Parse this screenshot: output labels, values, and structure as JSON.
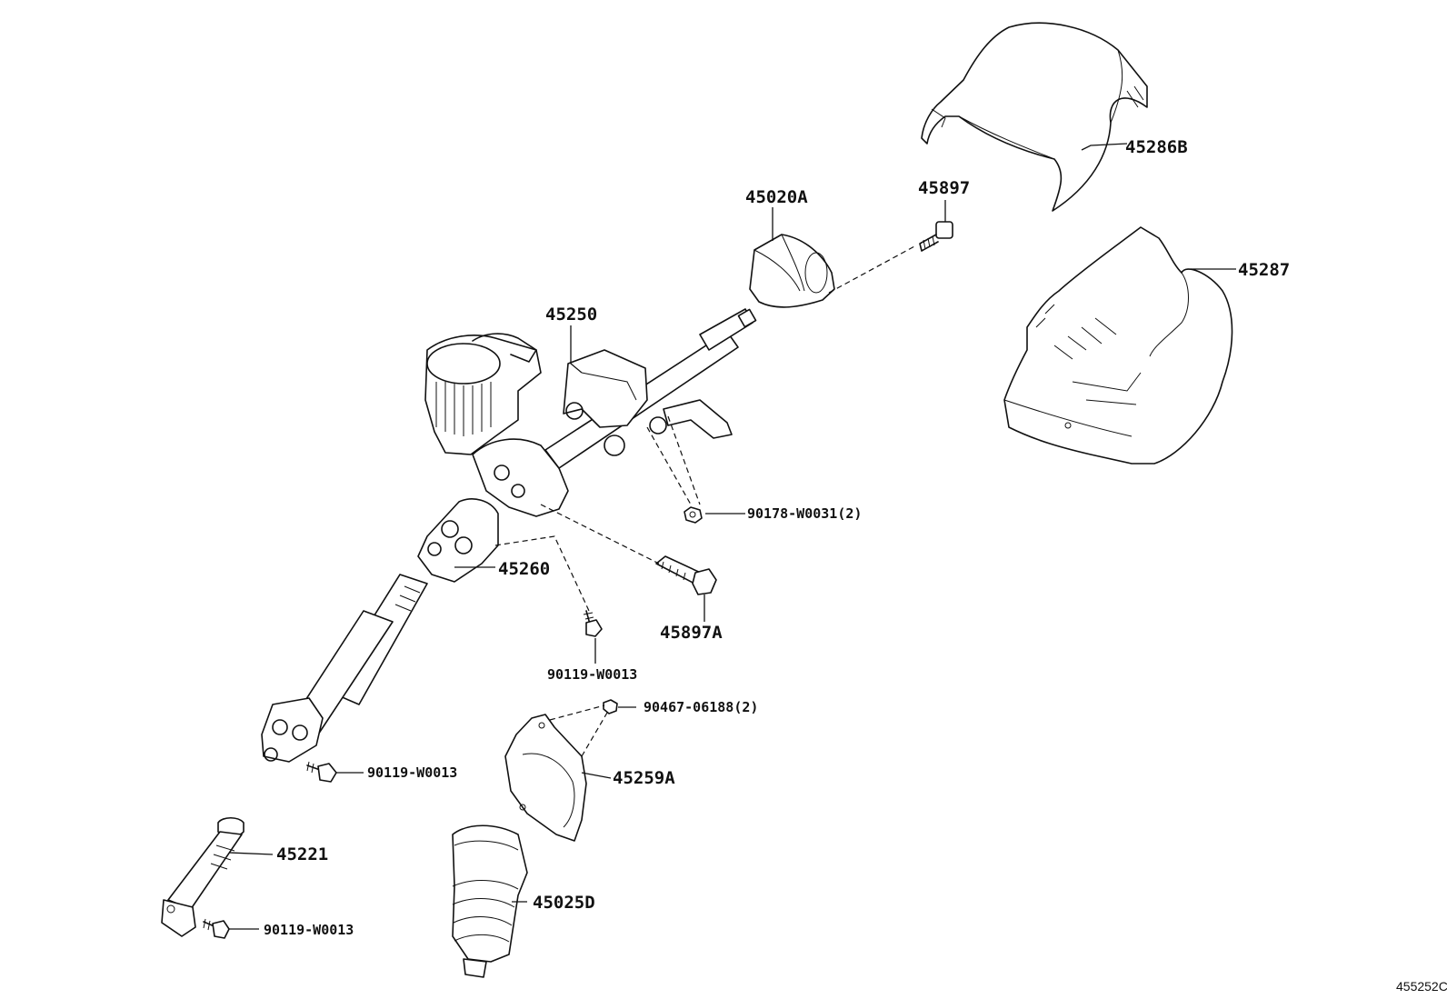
{
  "diagram_id": "455252C",
  "parts": {
    "p45286B": "45286B",
    "p45020A": "45020A",
    "p45897": "45897",
    "p45287": "45287",
    "p45250": "45250",
    "p90178": "90178-W0031(2)",
    "p45260": "45260",
    "p45897A": "45897A",
    "p90119_a": "90119-W0013",
    "p90467": "90467-06188(2)",
    "p90119_b": "90119-W0013",
    "p45259A": "45259A",
    "p45221": "45221",
    "p45025D": "45025D",
    "p90119_c": "90119-W0013"
  }
}
